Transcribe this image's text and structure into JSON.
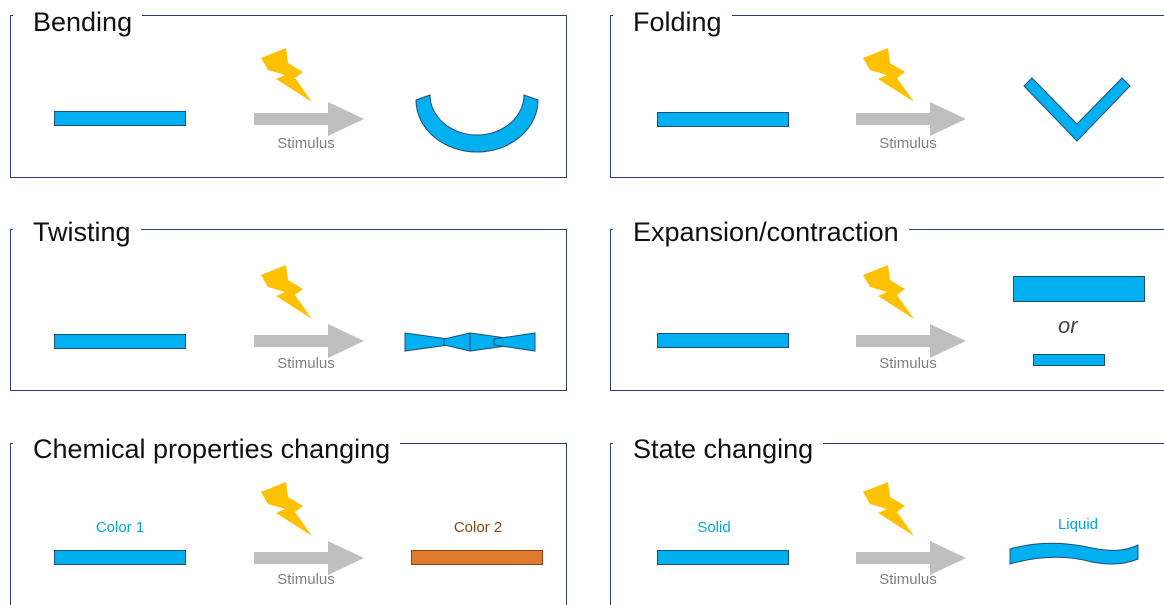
{
  "colors": {
    "frame": "#2F3F6B",
    "strip_fill": "#00B0F0",
    "strip_stroke": "#1F4E79",
    "arrow": "#BFBFBF",
    "bolt": "#FFC000",
    "label_blue": "#00A6E0",
    "strip_brown": "#E07A2E",
    "label_brown": "#8B4513"
  },
  "icons": {
    "stimulus": "lightning-bolt-icon",
    "direction": "right-arrow"
  },
  "panels": [
    {
      "title": "Bending",
      "stimulus_label": "Stimulus"
    },
    {
      "title": "Folding",
      "stimulus_label": "Stimulus"
    },
    {
      "title": "Twisting",
      "stimulus_label": "Stimulus"
    },
    {
      "title": "Expansion/contraction",
      "stimulus_label": "Stimulus",
      "or_label": "or"
    },
    {
      "title": "Chemical properties changing",
      "stimulus_label": "Stimulus",
      "before_label": "Color 1",
      "after_label": "Color 2"
    },
    {
      "title": "State changing",
      "stimulus_label": "Stimulus",
      "before_label": "Solid",
      "after_label": "Liquid"
    }
  ]
}
